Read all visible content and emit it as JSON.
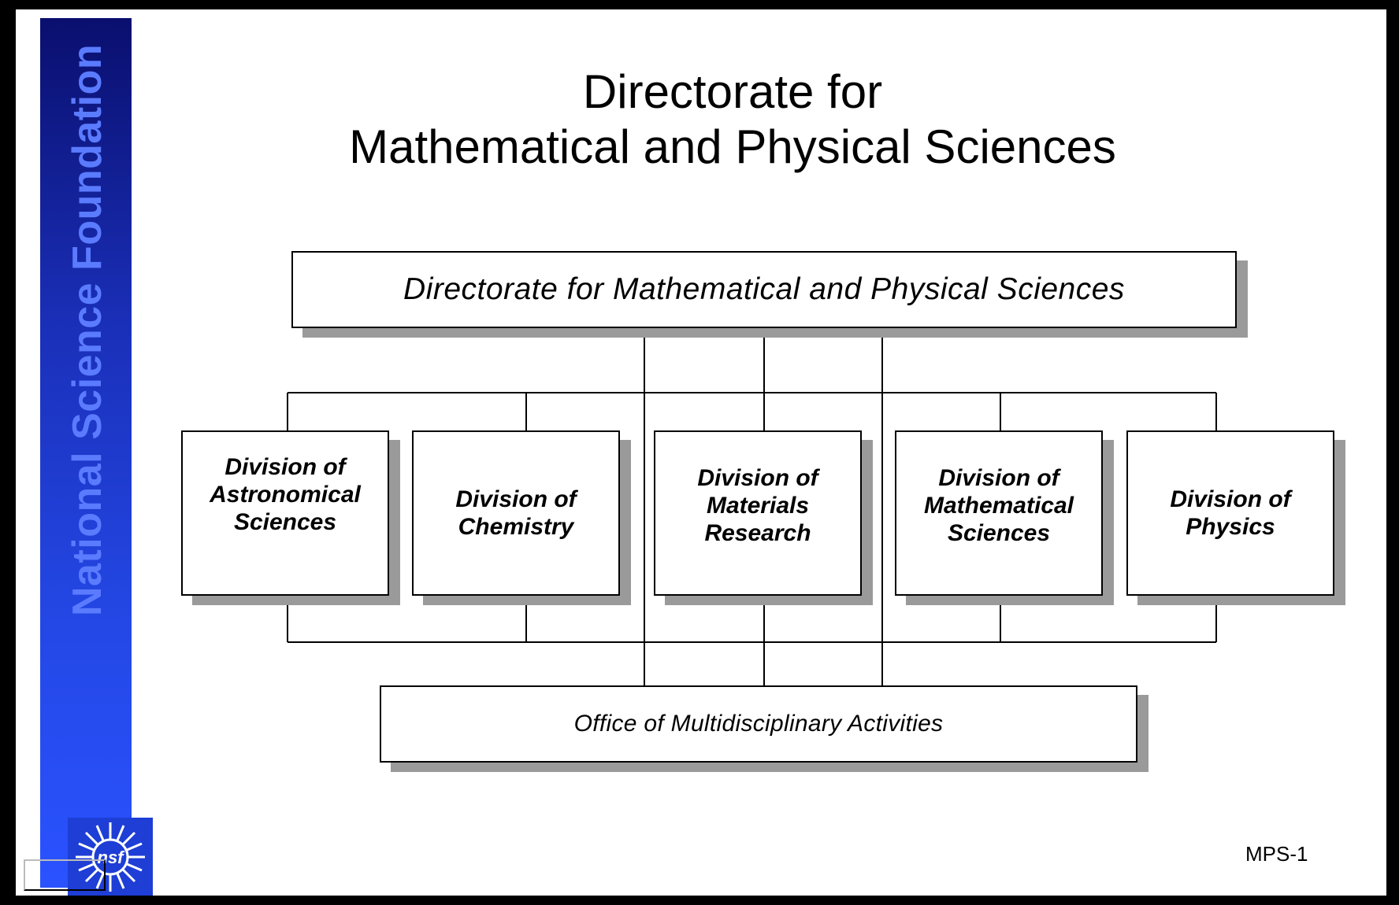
{
  "sidebar": {
    "text": "National Science Foundation",
    "logo_text": "nsf",
    "background_top": "#0a0f6e",
    "background_bottom": "#2a52ff",
    "text_color": "#5b7bff"
  },
  "title": {
    "line1": "Directorate for",
    "line2": "Mathematical and Physical Sciences"
  },
  "org_chart": {
    "top": "Directorate for Mathematical and Physical Sciences",
    "divisions": [
      "Division of Astronomical Sciences",
      "Division of Chemistry",
      "Division of Materials Research",
      "Division of Mathematical Sciences",
      "Division of Physics"
    ],
    "office": "Office of Multidisciplinary Activities"
  },
  "footer": {
    "slide_number": "MPS-1"
  }
}
